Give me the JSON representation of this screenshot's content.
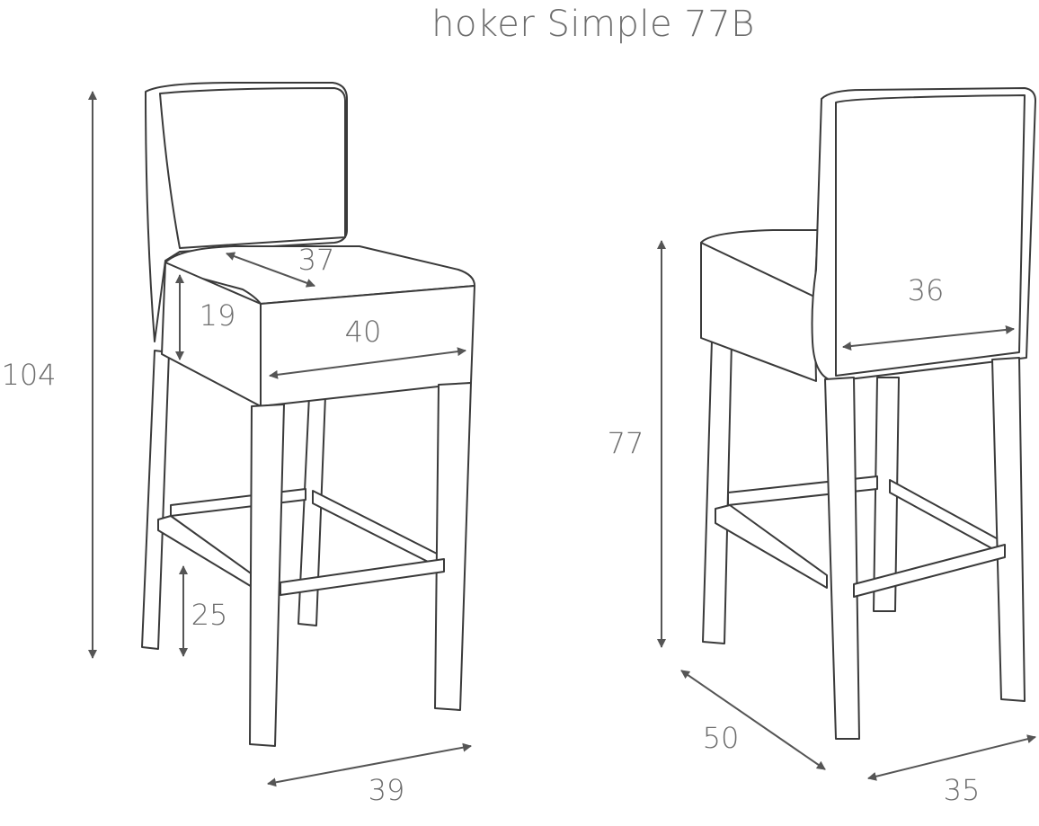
{
  "title": "hoker Simple 77B",
  "dimensions": {
    "total_height": "104",
    "seat_depth": "37",
    "seat_thickness": "19",
    "seat_width_front": "40",
    "footrest_height": "25",
    "base_width_front": "39",
    "seat_height": "77",
    "back_width": "36",
    "depth": "50",
    "base_width_back": "35"
  },
  "colors": {
    "line": "#3a3a3a",
    "dimension": "#555555",
    "text": "#6d6d6d",
    "background": "#ffffff"
  }
}
